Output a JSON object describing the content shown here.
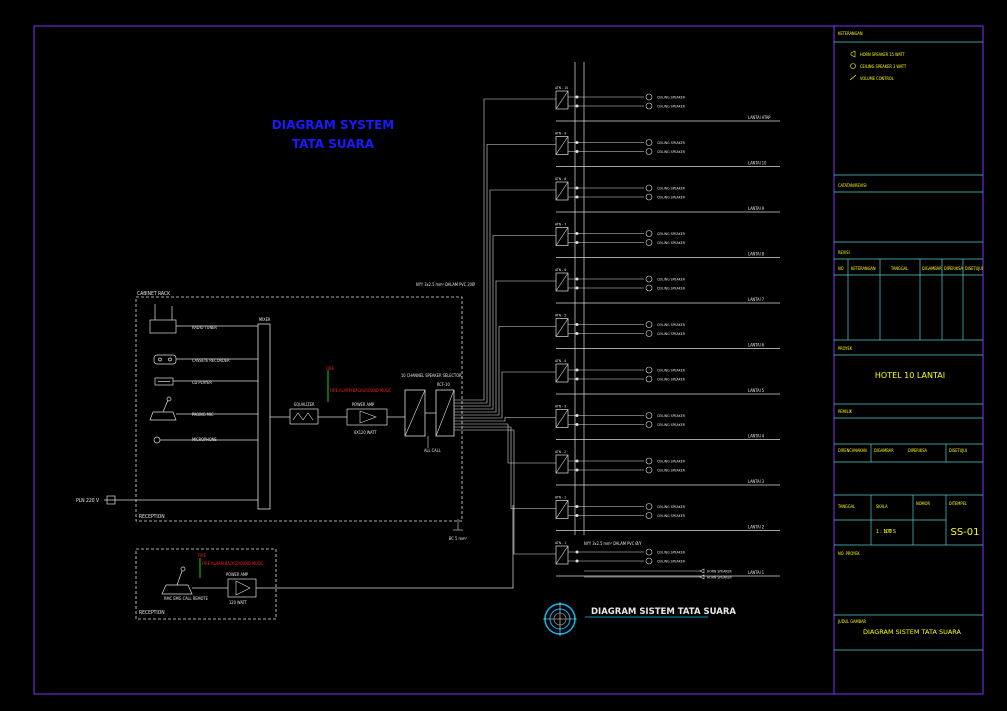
{
  "diagram": {
    "title_line1": "DIAGRAM SYSTEM",
    "title_line2": "TATA SUARA",
    "cabinet_label": "CABINET RACK",
    "reception_label": "RECEPTION",
    "reception2_label": "RECEPTION",
    "pln_label": "PLN 220 V",
    "sources": [
      {
        "label": "RADIO TUNER",
        "icon": "radio-tuner-icon"
      },
      {
        "label": "CASSETE RECORDER",
        "icon": "cassette-icon"
      },
      {
        "label": "CD PLAYER",
        "icon": "cd-player-icon"
      },
      {
        "label": "PAGING MIC",
        "icon": "paging-mic-icon"
      },
      {
        "label": "MICROPHONE",
        "icon": "microphone-icon"
      }
    ],
    "mixer_label": "MIXER",
    "equalizer_label": "EQUALIZER",
    "power_amp_label": "POWER AMP",
    "power_amp_sub": "6X120 WATT",
    "channel_selector": "10 CHANNEL SPEAKER SELECTOR",
    "zone_unit": "RCF-10",
    "fire_alarm_note": "FIRE ALARM BACKGROUND MUSIC",
    "cable_top": "NYY 3x2.5 mm² DALAM PVC 20Ø",
    "cable_bottom": "NYY 3x2.5 mm² DALAM PVC Ø/Y",
    "remote_label": "RMC EMG CALL REMOTE",
    "remote_amp": "POWER AMP",
    "remote_amp_sub": "120 WATT",
    "ground_label": "BC 5 mm²",
    "floors": [
      {
        "label": "LANTAI ATAP",
        "attn": "ATN - 10"
      },
      {
        "label": "LANTAI 10",
        "attn": "ATN - 9"
      },
      {
        "label": "LANTAI 9",
        "attn": "ATN - 8"
      },
      {
        "label": "LANTAI 8",
        "attn": "ATN - 7"
      },
      {
        "label": "LANTAI 7",
        "attn": "ATN - 6"
      },
      {
        "label": "LANTAI 6",
        "attn": "ATN - 5"
      },
      {
        "label": "LANTAI 5",
        "attn": "ATN - 4"
      },
      {
        "label": "LANTAI 4",
        "attn": "ATN - 3"
      },
      {
        "label": "LANTAI 3",
        "attn": "ATN - 2"
      },
      {
        "label": "LANTAI 2",
        "attn": "ATN - 1"
      },
      {
        "label": "LANTAI 1",
        "attn": "ATN - 1"
      }
    ],
    "speaker_label": "CEILING SPEAKER",
    "horn_label": "HORN SPEAKER",
    "footer_title": "DIAGRAM SISTEM TATA SUARA"
  },
  "titleblock": {
    "keterangan": "KETERANGAN",
    "legend": [
      {
        "label": "HORN SPEAKER 15 WATT",
        "icon": "horn-speaker-icon"
      },
      {
        "label": "CEILING SPEAKER 3 WATT",
        "icon": "ceiling-speaker-icon"
      },
      {
        "label": "VOLUME CONTROL",
        "icon": "volume-control-icon"
      }
    ],
    "catatan": "CATATAN/REVISI",
    "revisi": "REVISI",
    "rev_headers": [
      "NO",
      "KETERANGAN",
      "TANGGAL",
      "DIGAMBAR",
      "DIPERIKSA",
      "DISETUJUI"
    ],
    "proyek": "PROYEK",
    "proyek_name": "HOTEL 10 LANTAI",
    "pemilik": "PEMILIK",
    "ttd_headers": [
      "DIRENCANAKAN",
      "DIGAMBAR",
      "DIPERIKSA",
      "DISETUJUI"
    ],
    "tanggal": "TANGGAL",
    "skala": "SKALA",
    "skala_val": "1 : 100",
    "nomor": "NOMOR",
    "nts": "N T S",
    "sheet": "SS-01",
    "ditempel": "DITEMPEL",
    "no_proyek": "NO. PROYEK",
    "judul": "JUDUL GAMBAR",
    "judul_val": "DIAGRAM SISTEM TATA SUARA"
  }
}
